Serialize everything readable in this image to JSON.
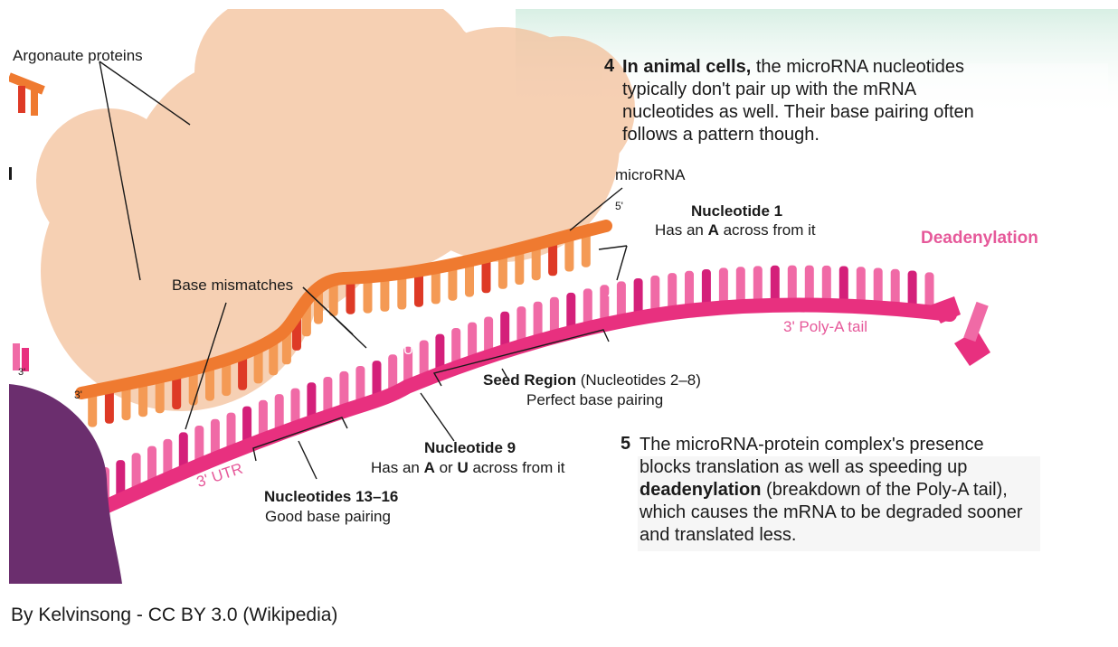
{
  "figure": {
    "labels": {
      "argonaute": "Argonaute proteins",
      "base_mismatches": "Base mismatches",
      "microrna": "microRNA",
      "five_prime": "5'",
      "three_prime_left": "3'",
      "three_prime_edge": "3'",
      "nucleotide1_title": "Nucleotide 1",
      "nucleotide1_sub_pre": "Has an ",
      "nucleotide1_sub_bold": "A",
      "nucleotide1_sub_post": " across from it",
      "base_a": "A",
      "base_u": "U",
      "deadenylation": "Deadenylation",
      "poly_a_tail": "3' Poly-A tail",
      "utr": "3' UTR",
      "seed_title_bold": "Seed Region",
      "seed_title_rest": " (Nucleotides 2–8)",
      "seed_sub": "Perfect base pairing",
      "nucleotide9_title": "Nucleotide 9",
      "nucleotide9_sub_pre": "Has an ",
      "nucleotide9_sub_a": "A",
      "nucleotide9_sub_mid": " or ",
      "nucleotide9_sub_u": "U",
      "nucleotide9_sub_post": " across from it",
      "n1316_title": "Nucleotides 13–16",
      "n1316_sub": "Good base pairing"
    },
    "step4": {
      "number": "4",
      "bold": "In animal cells,",
      "line1_rest": " the microRNA nucleotides",
      "line2": "typically don't pair up with the mRNA",
      "line3": "nucleotides as well. Their base pairing often",
      "line4": "follows a pattern though."
    },
    "step5": {
      "number": "5",
      "line1": "The microRNA-protein complex's presence",
      "line2": "blocks translation as well as speeding up",
      "line3_bold": "deadenylation",
      "line3_rest": " (breakdown of the Poly-A tail),",
      "line4": "which causes the mRNA to be degraded sooner",
      "line5": "and translated less."
    }
  },
  "caption": "By Kelvinsong - CC BY 3.0 (Wikipedia)",
  "colors": {
    "mrna_backbone": "#e8307f",
    "mrna_base": "#f06aa6",
    "mrna_base_dark": "#d4207a",
    "microrna_backbone": "#ef7a30",
    "microrna_base": "#f49a55",
    "microrna_base_red": "#de3a26",
    "argonaute": "#f3be97",
    "ribosome": "#6b2e6e",
    "label_pink": "#e6599a"
  }
}
